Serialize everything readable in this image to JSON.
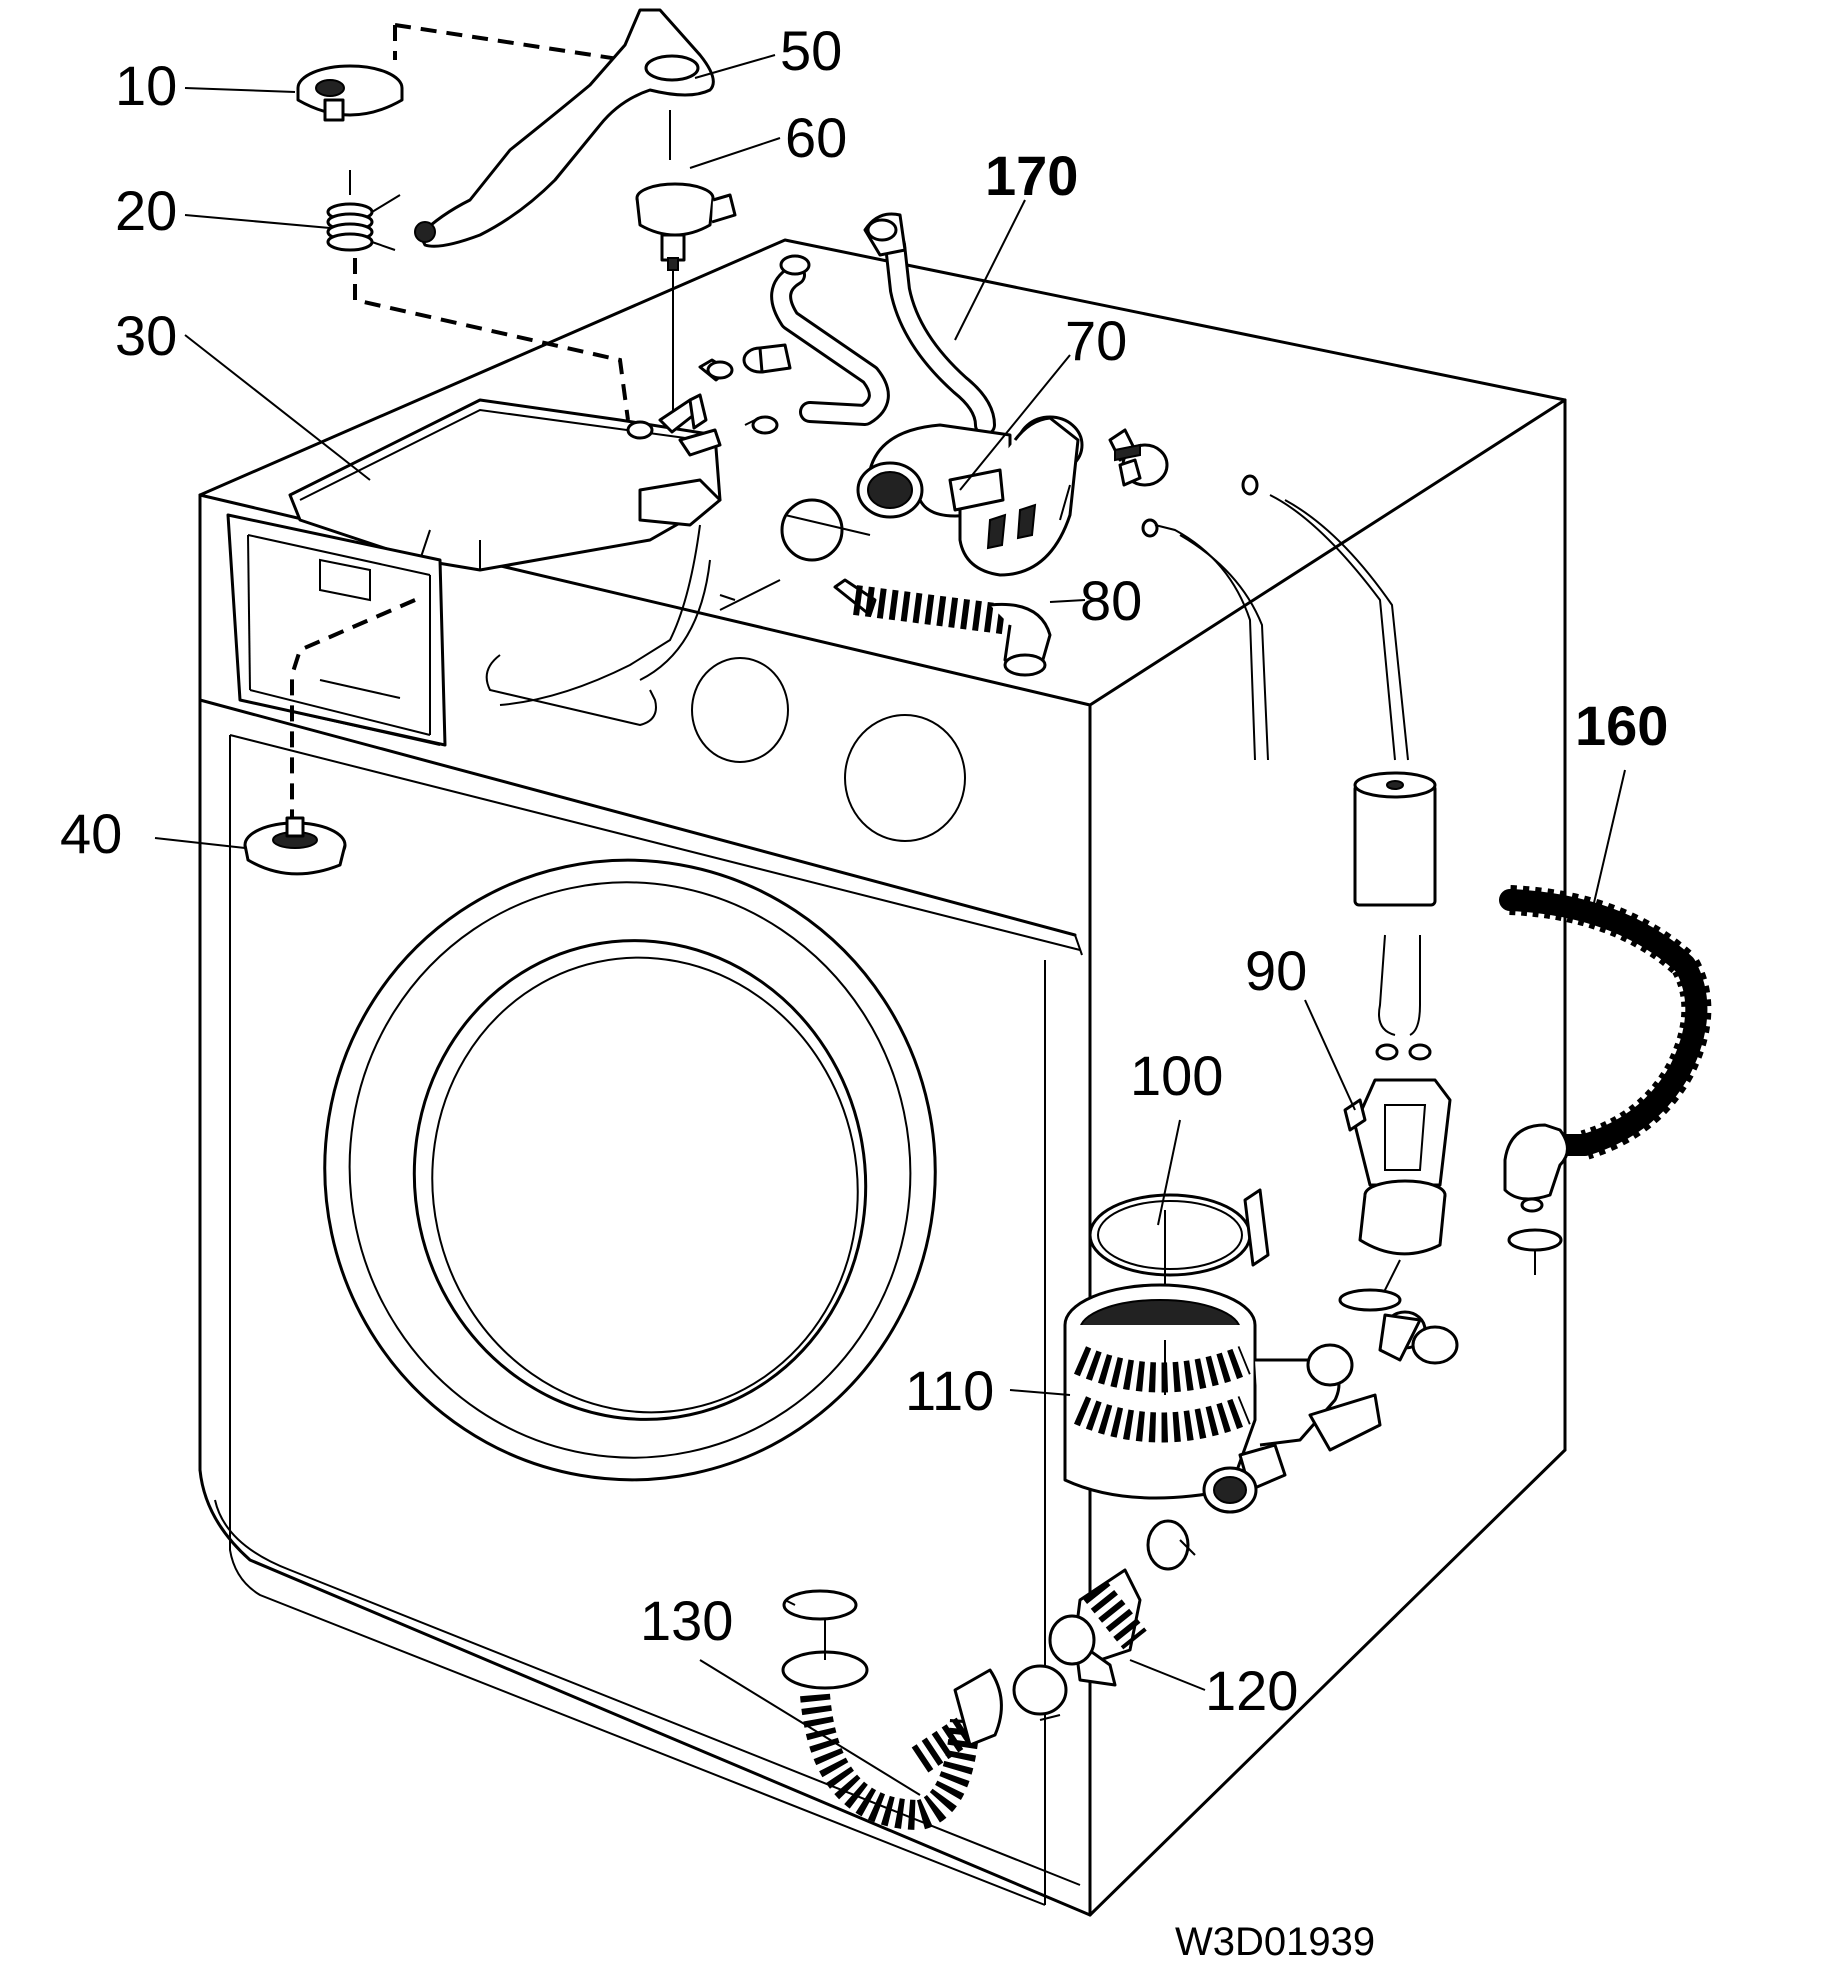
{
  "diagram": {
    "drawing_code": "W3D01939",
    "parts": [
      {
        "id": "p10",
        "label": "10",
        "bold": false
      },
      {
        "id": "p20",
        "label": "20",
        "bold": false
      },
      {
        "id": "p30",
        "label": "30",
        "bold": false
      },
      {
        "id": "p40",
        "label": "40",
        "bold": false
      },
      {
        "id": "p50",
        "label": "50",
        "bold": false
      },
      {
        "id": "p60",
        "label": "60",
        "bold": false
      },
      {
        "id": "p70",
        "label": "70",
        "bold": false
      },
      {
        "id": "p80",
        "label": "80",
        "bold": false
      },
      {
        "id": "p90",
        "label": "90",
        "bold": false
      },
      {
        "id": "p100",
        "label": "100",
        "bold": false
      },
      {
        "id": "p110",
        "label": "110",
        "bold": false
      },
      {
        "id": "p120",
        "label": "120",
        "bold": false
      },
      {
        "id": "p130",
        "label": "130",
        "bold": false
      },
      {
        "id": "p160",
        "label": "160",
        "bold": true
      },
      {
        "id": "p170",
        "label": "170",
        "bold": true
      }
    ]
  }
}
